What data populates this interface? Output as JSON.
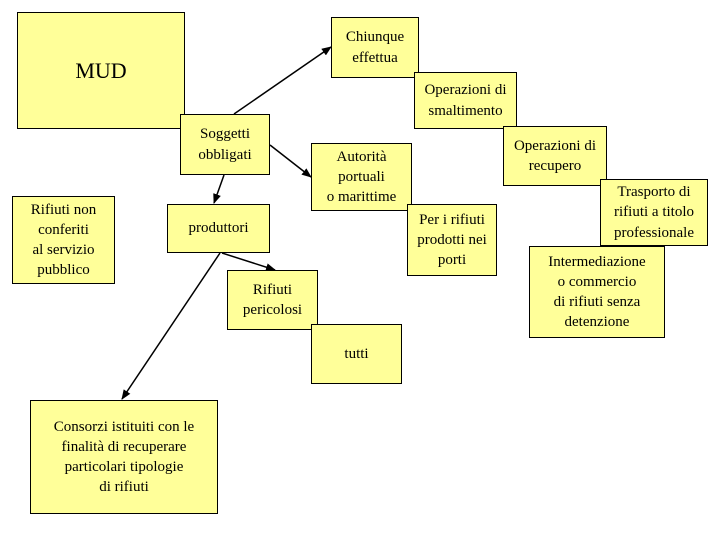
{
  "nodes": {
    "mud": "MUD",
    "soggetti": "Soggetti\nobbligati",
    "chiunque": "Chiunque\neffettua",
    "smaltimento": "Operazioni di\nsmaltimento",
    "recupero": "Operazioni di\nrecupero",
    "trasporto": "Trasporto di\nrifiuti a titolo\nprofessionale",
    "intermediazione": "Intermediazione\no commercio\ndi rifiuti senza\ndetenzione",
    "autorita": "Autorità\nportuali\no marittime",
    "porti": "Per i rifiuti\nprodotti nei\nporti",
    "produttori": "produttori",
    "rifiuti_non_conferiti": "Rifiuti non\nconferiti\nal servizio\npubblico",
    "pericolosi": "Rifiuti\npericolosi",
    "tutti": "tutti",
    "consorzi": "Consorzi istituiti con le\nfinalità di recuperare\nparticolari tipologie\ndi rifiuti"
  },
  "colors": {
    "box_fill": "#ffff99",
    "border": "#000000"
  }
}
